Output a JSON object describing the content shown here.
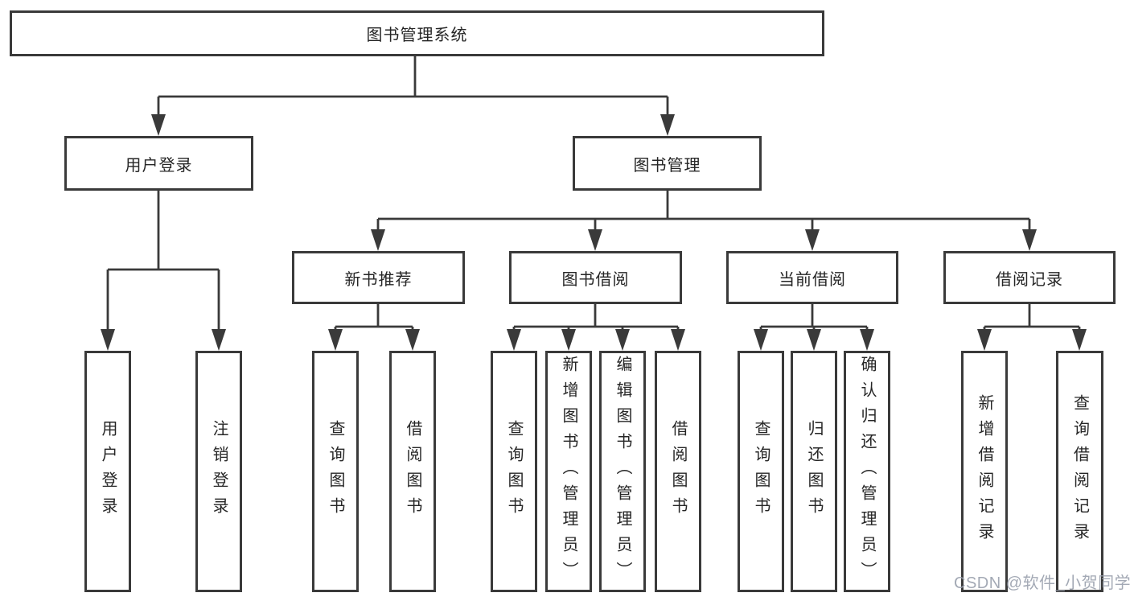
{
  "diagram": {
    "root": {
      "label": "图书管理系统"
    },
    "branches": [
      {
        "label": "用户登录",
        "children": [
          {
            "label": "用户登录"
          },
          {
            "label": "注销登录"
          }
        ]
      },
      {
        "label": "图书管理",
        "children": [
          {
            "label": "新书推荐",
            "children": [
              {
                "label": "查询图书"
              },
              {
                "label": "借阅图书"
              }
            ]
          },
          {
            "label": "图书借阅",
            "children": [
              {
                "label": "查询图书"
              },
              {
                "label": "新增图书（管理员）"
              },
              {
                "label": "编辑图书（管理员）"
              },
              {
                "label": "借阅图书"
              }
            ]
          },
          {
            "label": "当前借阅",
            "children": [
              {
                "label": "查询图书"
              },
              {
                "label": "归还图书"
              },
              {
                "label": "确认归还（管理员）"
              }
            ]
          },
          {
            "label": "借阅记录",
            "children": [
              {
                "label": "新增借阅记录"
              },
              {
                "label": "查询借阅记录"
              }
            ]
          }
        ]
      }
    ]
  },
  "watermark": {
    "text": "CSDN @软件_小贺同学",
    "color": "#9aa0ad"
  },
  "colors": {
    "line": "#3a3a3a",
    "text": "#262626",
    "background": "#ffffff"
  }
}
